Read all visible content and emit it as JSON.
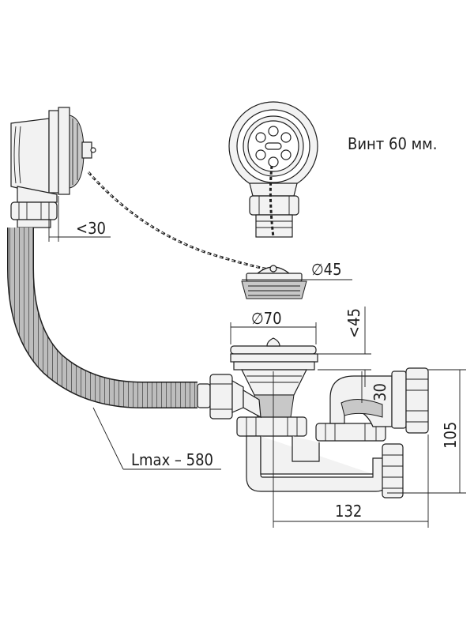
{
  "labels": {
    "screw": "Винт 60 мм.",
    "lmax": "Lmax – 580",
    "offset_30_top": "<30",
    "dia_45": "∅45",
    "dia_70": "∅70",
    "offset_45": "<45",
    "dim_30": "30",
    "dim_105": "105",
    "dim_132": "132"
  }
}
